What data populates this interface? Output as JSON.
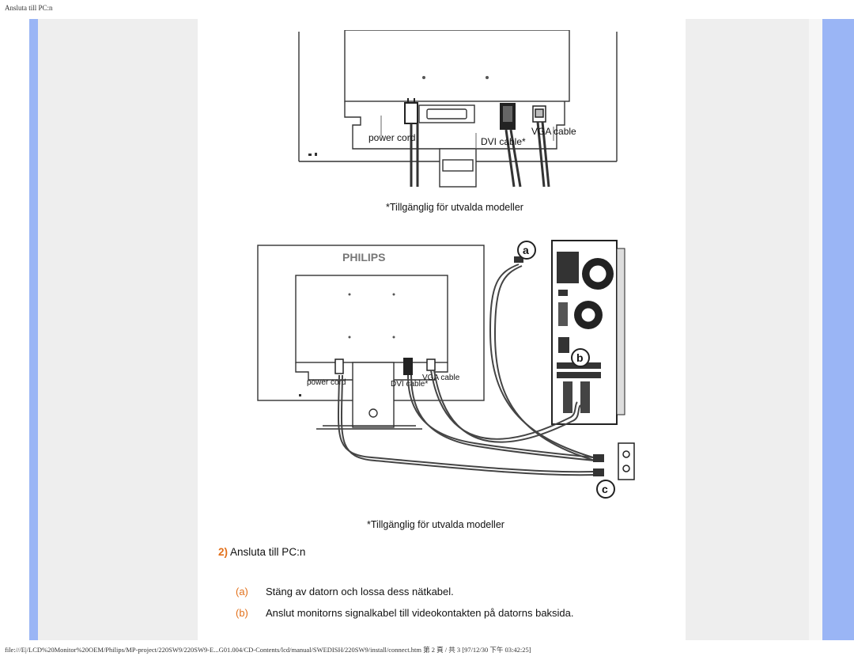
{
  "header": {
    "title": "Ansluta till PC:n"
  },
  "figure1": {
    "label_power": "power cord",
    "label_dvi": "DVI cable*",
    "label_vga": "VGA cable",
    "caption": "*Tillgänglig för utvalda modeller"
  },
  "figure2": {
    "brand": "PHILIPS",
    "label_power": "power cord",
    "label_dvi": "DVI cable*",
    "label_vga": "VGA cable",
    "callout_a": "a",
    "callout_b": "b",
    "callout_c": "c",
    "caption": "*Tillgänglig för utvalda modeller"
  },
  "step": {
    "number": "2)",
    "title": "Ansluta till PC:n",
    "items": [
      {
        "letter": "(a)",
        "text": "Stäng av datorn och lossa dess nätkabel."
      },
      {
        "letter": "(b)",
        "text": "Anslut monitorns signalkabel till videokontakten på datorns baksida."
      }
    ]
  },
  "footer": {
    "text": "file:///E|/LCD%20Monitor%20OEM/Philips/MP-project/220SW9/220SW9-E...G01.004/CD-Contents/lcd/manual/SWEDISH/220SW9/install/connect.htm 第 2 頁 / 共 3 [97/12/30 下午 03:42:25]"
  },
  "colors": {
    "rail": "#9ab5f5",
    "panel": "#eeeeee",
    "accent": "#e2701a"
  }
}
